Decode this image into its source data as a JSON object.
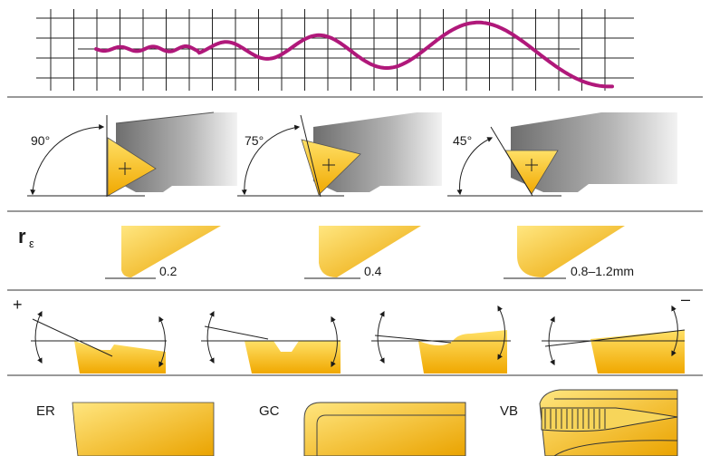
{
  "colors": {
    "insert_yellow": "#f2b705",
    "insert_yellow_light": "#ffd94a",
    "holder_gray": "#8c8c8c",
    "holder_gray_light": "#d6d6d6",
    "vibration_wave": "#b0187a",
    "grid_line": "#222222",
    "divider": "#333333"
  },
  "entering_angles": {
    "items": [
      {
        "label": "90°"
      },
      {
        "label": "75°"
      },
      {
        "label": "45°"
      }
    ]
  },
  "nose_radius": {
    "symbol": "r",
    "subscript": "ε",
    "items": [
      {
        "label": "0.2"
      },
      {
        "label": "0.4"
      },
      {
        "label": "0.8–1.2mm"
      }
    ]
  },
  "rake_angle": {
    "positive_sign": "+",
    "negative_sign": "–"
  },
  "edge_treatment": {
    "items": [
      {
        "label": "ER"
      },
      {
        "label": "GC"
      },
      {
        "label": "VB"
      }
    ]
  }
}
